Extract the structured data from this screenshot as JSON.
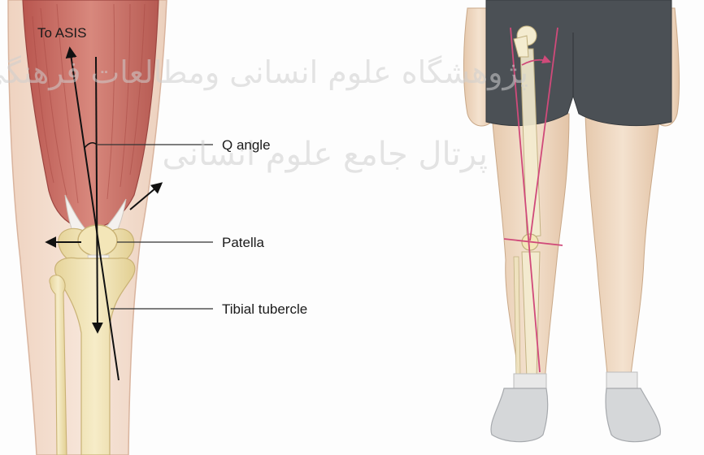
{
  "labels": {
    "to_asis": "To ASIS",
    "q_angle": "Q angle",
    "patella": "Patella",
    "tibial_tubercle": "Tibial tubercle"
  },
  "watermark": {
    "line1": "پژوهشگاه علوم انسانی ومطالعات فرهنگی",
    "line2": "پرتال جامع علوم انسانی"
  },
  "colors": {
    "muscle": "#c9736a",
    "skin": "#f3dccb",
    "bone": "#f1e4b8",
    "axis_line": "#d04a7a",
    "shorts": "#4b5055"
  }
}
